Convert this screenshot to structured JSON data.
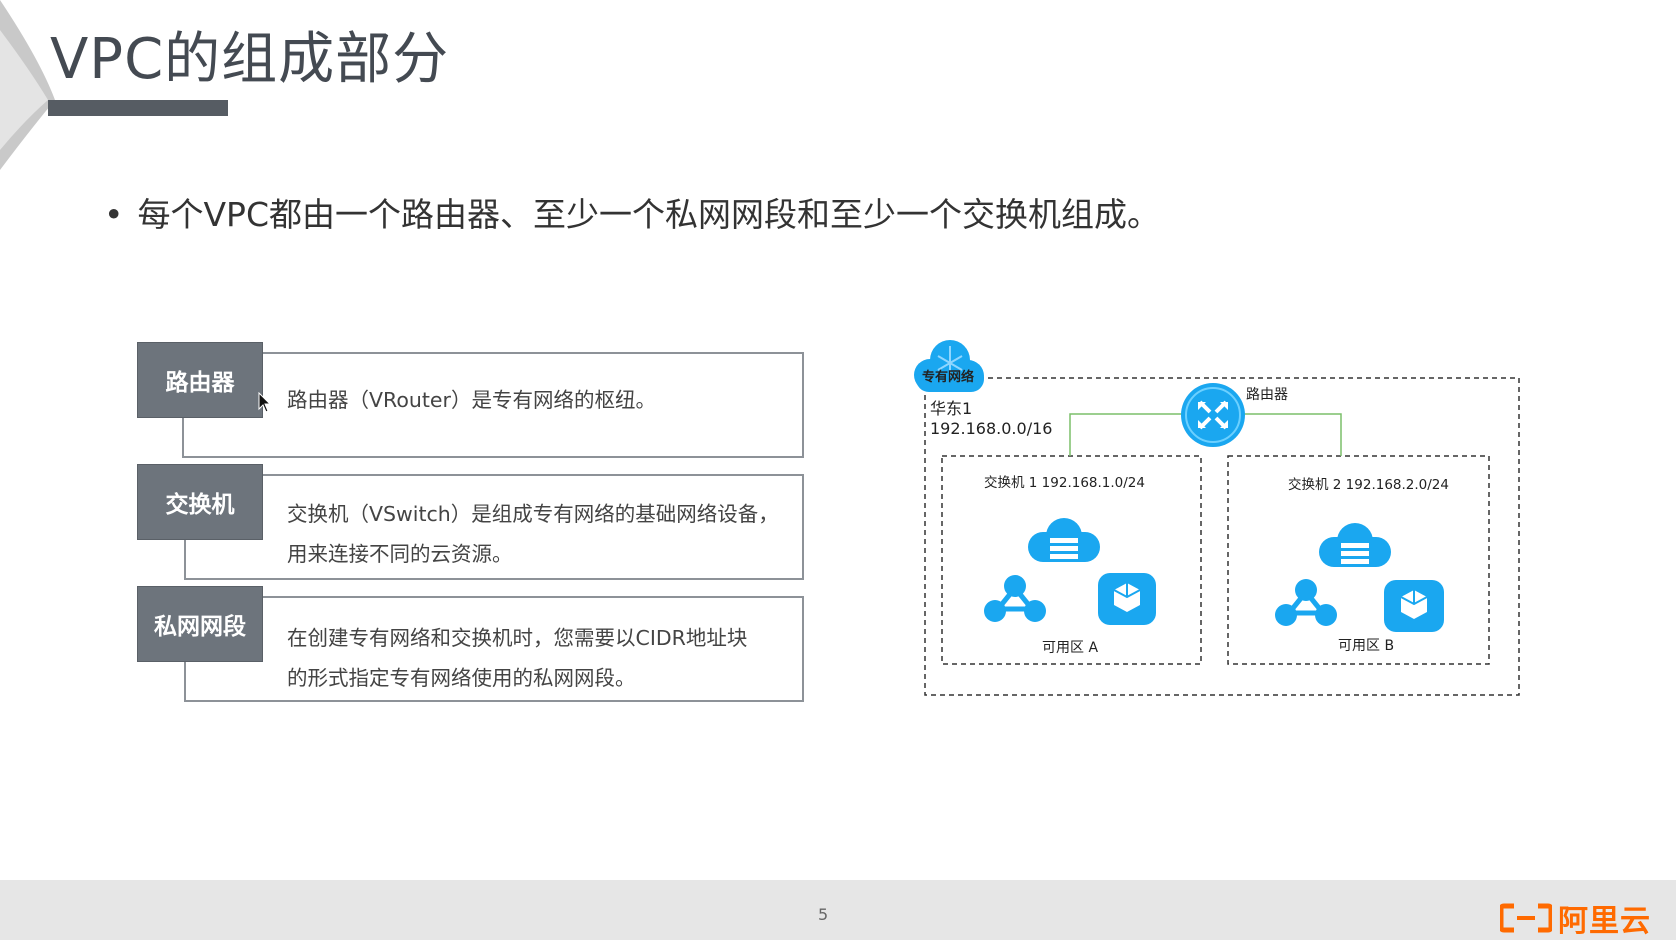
{
  "slide": {
    "title": "VPC的组成部分",
    "bullet": "每个VPC都由一个路由器、至少一个私网网段和至少一个交换机组成。",
    "page_number": "5"
  },
  "items": [
    {
      "label": "路由器",
      "lines": [
        "路由器（VRouter）是专有网络的枢纽。"
      ]
    },
    {
      "label": "交换机",
      "lines": [
        "交换机（VSwitch）是组成专有网络的基础网络设备，",
        "用来连接不同的云资源。"
      ]
    },
    {
      "label": "私网网段",
      "lines": [
        "在创建专有网络和交换机时，您需要以CIDR地址块",
        "的形式指定专有网络使用的私网网段。"
      ]
    }
  ],
  "diagram": {
    "vpc_badge": "专有网络",
    "region": "华东1",
    "vpc_cidr": "192.168.0.0/16",
    "router_label": "路由器",
    "switch_a": "交换机 1 192.168.1.0/24",
    "switch_b": "交换机 2 192.168.2.0/24",
    "zone_a": "可用区 A",
    "zone_b": "可用区 B"
  },
  "brand": {
    "logo_text": "阿里云",
    "accent": "#ff6a00",
    "icon_color": "#1aa7f0"
  },
  "icons": [
    "cloud-server-icon",
    "network-topology-icon",
    "hexagon-icon",
    "router-icon",
    "cursor-icon",
    "aliyun-logo-icon"
  ]
}
